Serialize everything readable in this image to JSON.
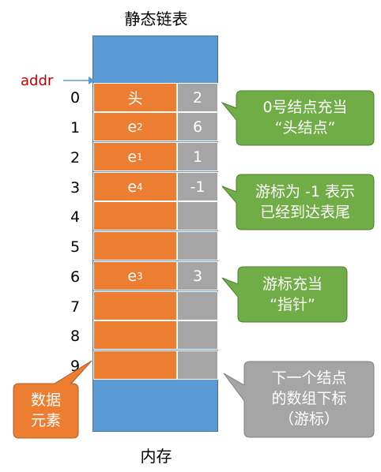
{
  "title": "静态链表",
  "footer": "内存",
  "addr_label": "addr",
  "rows": [
    {
      "index": "0",
      "data": "头",
      "cursor": "2"
    },
    {
      "index": "1",
      "data": "e",
      "sub": "2",
      "cursor": "6"
    },
    {
      "index": "2",
      "data": "e",
      "sub": "1",
      "cursor": "1"
    },
    {
      "index": "3",
      "data": "e",
      "sub": "4",
      "cursor": "-1"
    },
    {
      "index": "4",
      "data": "",
      "sub": "",
      "cursor": ""
    },
    {
      "index": "5",
      "data": "",
      "sub": "",
      "cursor": ""
    },
    {
      "index": "6",
      "data": "e",
      "sub": "3",
      "cursor": "3"
    },
    {
      "index": "7",
      "data": "",
      "sub": "",
      "cursor": ""
    },
    {
      "index": "8",
      "data": "",
      "sub": "",
      "cursor": ""
    },
    {
      "index": "9",
      "data": "",
      "sub": "",
      "cursor": ""
    }
  ],
  "callouts": {
    "head": {
      "line1": "0号结点充当",
      "line2": "“头结点”"
    },
    "tail": {
      "line1": "游标为 -1 表示",
      "line2": "已经到达表尾"
    },
    "pointer": {
      "line1": "游标充当",
      "line2": "“指针”"
    },
    "next": {
      "line1": "下一个结点",
      "line2": "的数组下标",
      "line3": "（游标）"
    },
    "element": {
      "line1": "数据",
      "line2": "元素"
    }
  },
  "colors": {
    "memory_blue": "#5b9bd5",
    "data_orange": "#ed7d31",
    "cursor_gray": "#a5a5a5",
    "callout_green": "#70ad47",
    "callout_gray": "#a5a5a5",
    "addr_red": "#c00000"
  }
}
